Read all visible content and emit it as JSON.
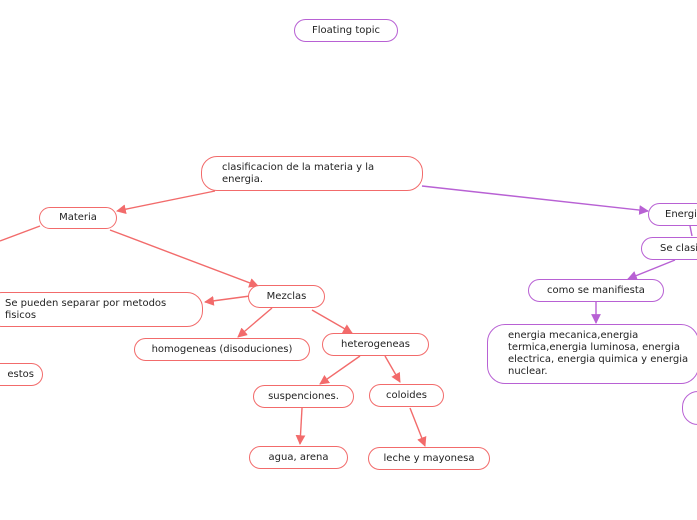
{
  "colors": {
    "red": "#f26b6b",
    "purple": "#b861d4"
  },
  "nodes": {
    "floating": "Floating topic",
    "root": "clasificacion de la materia y la energia.",
    "materia": "Materia",
    "mezclas": "Mezclas",
    "separar": "Se pueden separar por metodos fisicos",
    "homogeneas": "homogeneas  (disoduciones)",
    "heterogeneas": "heterogeneas",
    "compuestos": "estos",
    "suspenciones": "suspenciones.",
    "coloides": "coloides",
    "agua": "agua, arena",
    "leche": "leche y mayonesa",
    "energia": "Energia",
    "clasifica": "Se clasifica",
    "manifiesta": "como se manifiesta",
    "tipos": "energia mecanica,energia termica,energia luminosa, energia electrica, energia quimica y energia nuclear.",
    "partial": ""
  }
}
